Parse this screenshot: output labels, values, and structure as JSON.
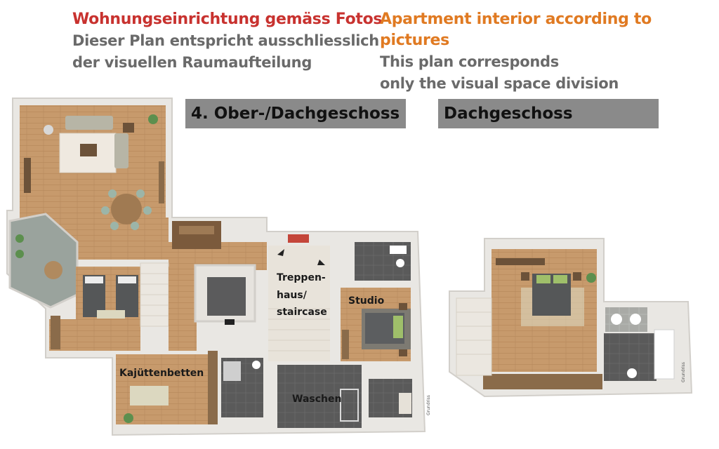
{
  "header": {
    "german": {
      "title": "Wohnungseinrichtung gemäss Fotos",
      "line2": "Dieser Plan entspricht ausschliesslich",
      "line3": "der visuellen Raumaufteilung"
    },
    "english": {
      "title": "Apartment interior according to pictures",
      "line2": "This plan corresponds",
      "line3": "only the visual space division"
    },
    "colors": {
      "german_title": "#c8322f",
      "english_title": "#e07a22",
      "subtitle": "#6a6a6a",
      "band": "#8a8a8a"
    }
  },
  "floors": [
    {
      "label": "4. Ober-/Dachgeschoss"
    },
    {
      "label": "Dachgeschoss"
    }
  ],
  "rooms": {
    "stair_line1": "Treppen-",
    "stair_line2": "haus/",
    "stair_line3": "staircase",
    "studio": "Studio",
    "bunk": "Kajüttenbetten",
    "laundry": "Waschen"
  },
  "watermarks": [
    "Grundriss",
    "Grundriss"
  ]
}
